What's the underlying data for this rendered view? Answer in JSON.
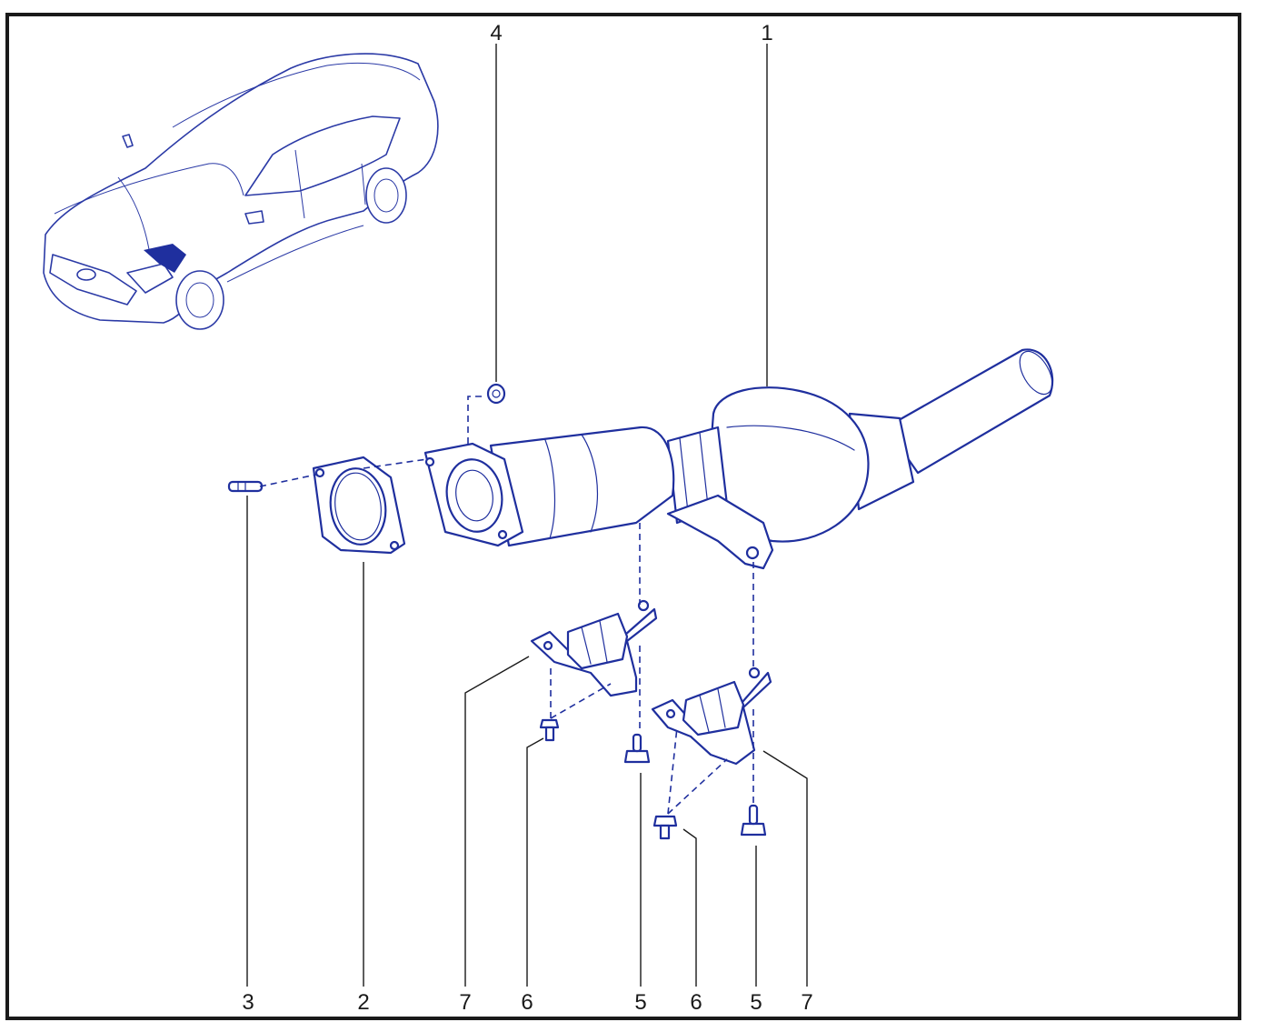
{
  "diagram": {
    "colors": {
      "line_art": "#1f2f9e",
      "frame": "#1a1a1a",
      "background": "#ffffff"
    },
    "callouts": [
      {
        "id": "label-4-top",
        "text": "4"
      },
      {
        "id": "label-1-top",
        "text": "1"
      },
      {
        "id": "label-3-bottom",
        "text": "3"
      },
      {
        "id": "label-2-bottom",
        "text": "2"
      },
      {
        "id": "label-7-bottom-left",
        "text": "7"
      },
      {
        "id": "label-6-bottom-left",
        "text": "6"
      },
      {
        "id": "label-5-bottom-left",
        "text": "5"
      },
      {
        "id": "label-6-bottom-right",
        "text": "6"
      },
      {
        "id": "label-5-bottom-right",
        "text": "5"
      },
      {
        "id": "label-7-bottom-right",
        "text": "7"
      }
    ]
  }
}
